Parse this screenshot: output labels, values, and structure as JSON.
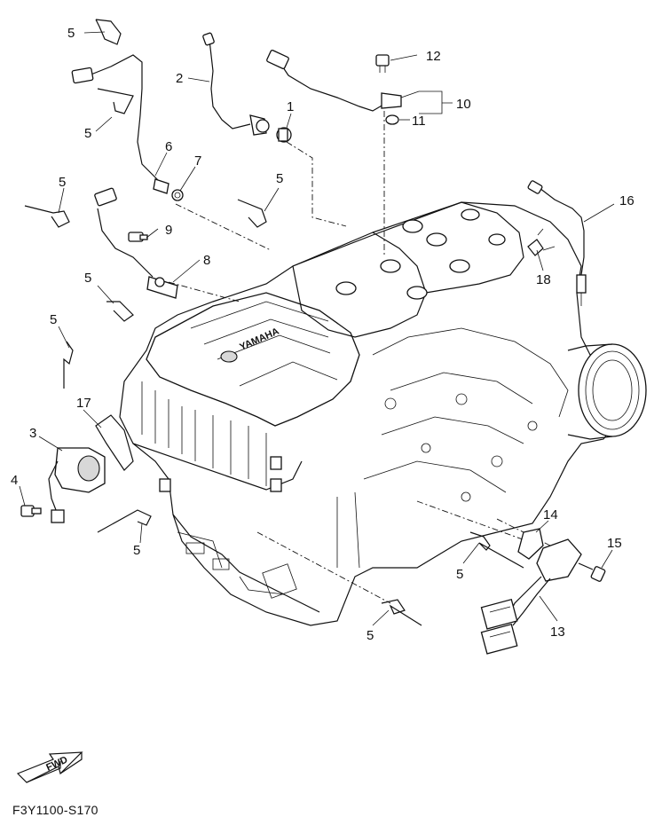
{
  "figure_code": "F3Y1100-S170",
  "fwd_label": "FWD",
  "callouts": [
    {
      "id": "c5a",
      "label": "5"
    },
    {
      "id": "c2",
      "label": "2"
    },
    {
      "id": "c5b",
      "label": "5"
    },
    {
      "id": "c6",
      "label": "6"
    },
    {
      "id": "c7",
      "label": "7"
    },
    {
      "id": "c1",
      "label": "1"
    },
    {
      "id": "c12",
      "label": "12"
    },
    {
      "id": "c10",
      "label": "10"
    },
    {
      "id": "c11",
      "label": "11"
    },
    {
      "id": "c5c",
      "label": "5"
    },
    {
      "id": "c5d",
      "label": "5"
    },
    {
      "id": "c9",
      "label": "9"
    },
    {
      "id": "c8",
      "label": "8"
    },
    {
      "id": "c16",
      "label": "16"
    },
    {
      "id": "c18",
      "label": "18"
    },
    {
      "id": "c5e",
      "label": "5"
    },
    {
      "id": "c5f",
      "label": "5"
    },
    {
      "id": "c17",
      "label": "17"
    },
    {
      "id": "c3",
      "label": "3"
    },
    {
      "id": "c4",
      "label": "4"
    },
    {
      "id": "c5g",
      "label": "5"
    },
    {
      "id": "c14",
      "label": "14"
    },
    {
      "id": "c15",
      "label": "15"
    },
    {
      "id": "c5h",
      "label": "5"
    },
    {
      "id": "c13",
      "label": "13"
    },
    {
      "id": "c5i",
      "label": "5"
    }
  ]
}
